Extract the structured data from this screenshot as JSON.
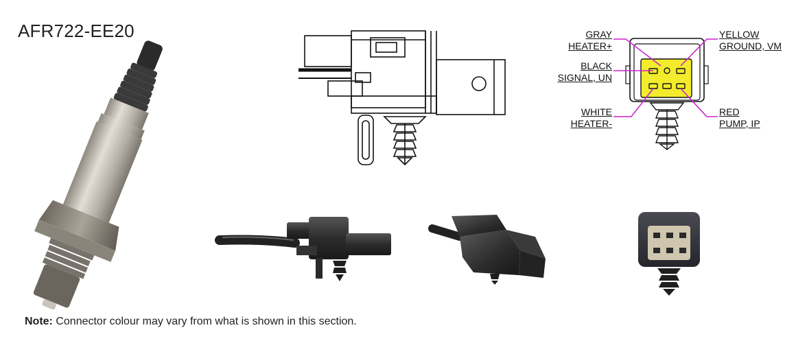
{
  "part_number": "AFR722-EE20",
  "pin_labels": [
    {
      "color": "GRAY",
      "function": "HEATER+"
    },
    {
      "color": "BLACK",
      "function": "SIGNAL, UN"
    },
    {
      "color": "WHITE",
      "function": "HEATER-"
    },
    {
      "color": "YELLOW",
      "function": "GROUND, VM"
    },
    {
      "color": "RED",
      "function": "PUMP, IP"
    }
  ],
  "note": {
    "label": "Note:",
    "text": " Connector colour may vary from what is shown in this section."
  },
  "colors": {
    "leader_line": "#cc22cc",
    "connector_pin_face": "#f3ec2c",
    "connector_body_photo": "#2d2d2d",
    "sensor_shell": "#b9b5ad"
  }
}
